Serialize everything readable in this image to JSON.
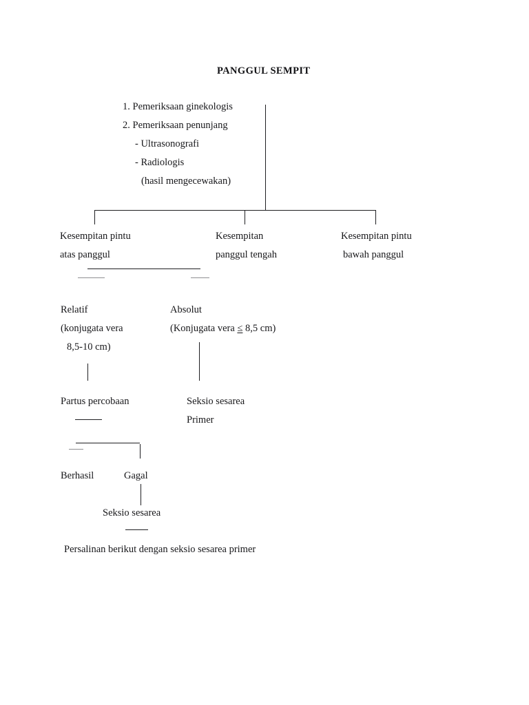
{
  "document": {
    "title": "PANGGUL SEMPIT"
  },
  "assessment": {
    "items": [
      "1. Pemeriksaan ginekologis",
      "2. Pemeriksaan penunjang",
      "- Ultrasonografi",
      "- Radiologis",
      "(hasil mengecewakan)"
    ]
  },
  "branches": {
    "left": {
      "line1": "Kesempitan pintu",
      "line2": "atas panggul"
    },
    "middle": {
      "line1": "Kesempitan",
      "line2": "panggul tengah"
    },
    "right": {
      "line1": "Kesempitan pintu",
      "line2": "bawah panggul"
    }
  },
  "severity": {
    "relative": {
      "label": "Relatif",
      "detail_line1": "(konjugata vera",
      "detail_line2": "8,5-10 cm)"
    },
    "absolute": {
      "label": "Absolut",
      "detail_prefix": "(Konjugata vera ",
      "detail_operator": "≤",
      "detail_suffix": " 8,5 cm)"
    }
  },
  "management": {
    "trial_of_labor": "Partus percobaan",
    "cesarean_line1": "Seksio sesarea",
    "cesarean_line2": "Primer"
  },
  "outcomes": {
    "success": "Berhasil",
    "failure": "Gagal",
    "failure_action": "Seksio sesarea",
    "conclusion": "Persalinan berikut dengan seksio sesarea primer"
  }
}
